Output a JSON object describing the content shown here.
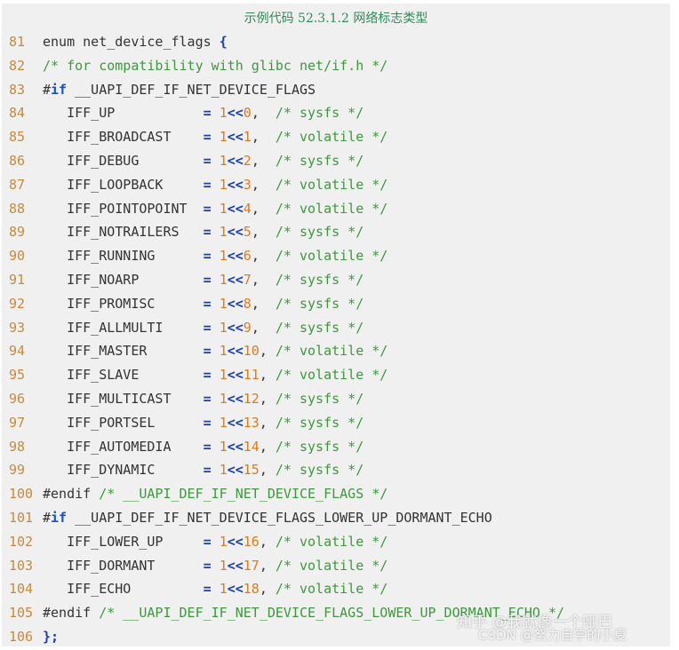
{
  "caption": "示例代码 52.3.1.2 网络标志类型",
  "watermark": {
    "line1": "知乎 @我就像一个哑巴",
    "line2": "CSDN @努力自学的小夏"
  },
  "lines": [
    {
      "n": "81",
      "segs": [
        [
          "t",
          "enum net_device_flags "
        ],
        [
          "op",
          "{"
        ]
      ]
    },
    {
      "n": "82",
      "segs": [
        [
          "cm",
          "/* for compatibility with glibc net/if.h */"
        ]
      ]
    },
    {
      "n": "83",
      "segs": [
        [
          "t",
          "#"
        ],
        [
          "kw",
          "if"
        ],
        [
          "t",
          " __UAPI_DEF_IF_NET_DEVICE_FLAGS"
        ]
      ]
    },
    {
      "n": "84",
      "segs": [
        [
          "t",
          "   IFF_UP           "
        ],
        [
          "op",
          "="
        ],
        [
          "t",
          " "
        ],
        [
          "num",
          "1"
        ],
        [
          "op",
          "<<"
        ],
        [
          "num",
          "0"
        ],
        [
          "t",
          ",  "
        ],
        [
          "cm",
          "/* sysfs */"
        ]
      ]
    },
    {
      "n": "85",
      "segs": [
        [
          "t",
          "   IFF_BROADCAST    "
        ],
        [
          "op",
          "="
        ],
        [
          "t",
          " "
        ],
        [
          "num",
          "1"
        ],
        [
          "op",
          "<<"
        ],
        [
          "num",
          "1"
        ],
        [
          "t",
          ",  "
        ],
        [
          "cm",
          "/* volatile */"
        ]
      ]
    },
    {
      "n": "86",
      "segs": [
        [
          "t",
          "   IFF_DEBUG        "
        ],
        [
          "op",
          "="
        ],
        [
          "t",
          " "
        ],
        [
          "num",
          "1"
        ],
        [
          "op",
          "<<"
        ],
        [
          "num",
          "2"
        ],
        [
          "t",
          ",  "
        ],
        [
          "cm",
          "/* sysfs */"
        ]
      ]
    },
    {
      "n": "87",
      "segs": [
        [
          "t",
          "   IFF_LOOPBACK     "
        ],
        [
          "op",
          "="
        ],
        [
          "t",
          " "
        ],
        [
          "num",
          "1"
        ],
        [
          "op",
          "<<"
        ],
        [
          "num",
          "3"
        ],
        [
          "t",
          ",  "
        ],
        [
          "cm",
          "/* volatile */"
        ]
      ]
    },
    {
      "n": "88",
      "segs": [
        [
          "t",
          "   IFF_POINTOPOINT  "
        ],
        [
          "op",
          "="
        ],
        [
          "t",
          " "
        ],
        [
          "num",
          "1"
        ],
        [
          "op",
          "<<"
        ],
        [
          "num",
          "4"
        ],
        [
          "t",
          ",  "
        ],
        [
          "cm",
          "/* volatile */"
        ]
      ]
    },
    {
      "n": "89",
      "segs": [
        [
          "t",
          "   IFF_NOTRAILERS   "
        ],
        [
          "op",
          "="
        ],
        [
          "t",
          " "
        ],
        [
          "num",
          "1"
        ],
        [
          "op",
          "<<"
        ],
        [
          "num",
          "5"
        ],
        [
          "t",
          ",  "
        ],
        [
          "cm",
          "/* sysfs */"
        ]
      ]
    },
    {
      "n": "90",
      "segs": [
        [
          "t",
          "   IFF_RUNNING      "
        ],
        [
          "op",
          "="
        ],
        [
          "t",
          " "
        ],
        [
          "num",
          "1"
        ],
        [
          "op",
          "<<"
        ],
        [
          "num",
          "6"
        ],
        [
          "t",
          ",  "
        ],
        [
          "cm",
          "/* volatile */"
        ]
      ]
    },
    {
      "n": "91",
      "segs": [
        [
          "t",
          "   IFF_NOARP        "
        ],
        [
          "op",
          "="
        ],
        [
          "t",
          " "
        ],
        [
          "num",
          "1"
        ],
        [
          "op",
          "<<"
        ],
        [
          "num",
          "7"
        ],
        [
          "t",
          ",  "
        ],
        [
          "cm",
          "/* sysfs */"
        ]
      ]
    },
    {
      "n": "92",
      "segs": [
        [
          "t",
          "   IFF_PROMISC      "
        ],
        [
          "op",
          "="
        ],
        [
          "t",
          " "
        ],
        [
          "num",
          "1"
        ],
        [
          "op",
          "<<"
        ],
        [
          "num",
          "8"
        ],
        [
          "t",
          ",  "
        ],
        [
          "cm",
          "/* sysfs */"
        ]
      ]
    },
    {
      "n": "93",
      "segs": [
        [
          "t",
          "   IFF_ALLMULTI     "
        ],
        [
          "op",
          "="
        ],
        [
          "t",
          " "
        ],
        [
          "num",
          "1"
        ],
        [
          "op",
          "<<"
        ],
        [
          "num",
          "9"
        ],
        [
          "t",
          ",  "
        ],
        [
          "cm",
          "/* sysfs */"
        ]
      ]
    },
    {
      "n": "94",
      "segs": [
        [
          "t",
          "   IFF_MASTER       "
        ],
        [
          "op",
          "="
        ],
        [
          "t",
          " "
        ],
        [
          "num",
          "1"
        ],
        [
          "op",
          "<<"
        ],
        [
          "num",
          "10"
        ],
        [
          "t",
          ", "
        ],
        [
          "cm",
          "/* volatile */"
        ]
      ]
    },
    {
      "n": "95",
      "segs": [
        [
          "t",
          "   IFF_SLAVE        "
        ],
        [
          "op",
          "="
        ],
        [
          "t",
          " "
        ],
        [
          "num",
          "1"
        ],
        [
          "op",
          "<<"
        ],
        [
          "num",
          "11"
        ],
        [
          "t",
          ", "
        ],
        [
          "cm",
          "/* volatile */"
        ]
      ]
    },
    {
      "n": "96",
      "segs": [
        [
          "t",
          "   IFF_MULTICAST    "
        ],
        [
          "op",
          "="
        ],
        [
          "t",
          " "
        ],
        [
          "num",
          "1"
        ],
        [
          "op",
          "<<"
        ],
        [
          "num",
          "12"
        ],
        [
          "t",
          ", "
        ],
        [
          "cm",
          "/* sysfs */"
        ]
      ]
    },
    {
      "n": "97",
      "segs": [
        [
          "t",
          "   IFF_PORTSEL      "
        ],
        [
          "op",
          "="
        ],
        [
          "t",
          " "
        ],
        [
          "num",
          "1"
        ],
        [
          "op",
          "<<"
        ],
        [
          "num",
          "13"
        ],
        [
          "t",
          ", "
        ],
        [
          "cm",
          "/* sysfs */"
        ]
      ]
    },
    {
      "n": "98",
      "segs": [
        [
          "t",
          "   IFF_AUTOMEDIA    "
        ],
        [
          "op",
          "="
        ],
        [
          "t",
          " "
        ],
        [
          "num",
          "1"
        ],
        [
          "op",
          "<<"
        ],
        [
          "num",
          "14"
        ],
        [
          "t",
          ", "
        ],
        [
          "cm",
          "/* sysfs */"
        ]
      ]
    },
    {
      "n": "99",
      "segs": [
        [
          "t",
          "   IFF_DYNAMIC      "
        ],
        [
          "op",
          "="
        ],
        [
          "t",
          " "
        ],
        [
          "num",
          "1"
        ],
        [
          "op",
          "<<"
        ],
        [
          "num",
          "15"
        ],
        [
          "t",
          ", "
        ],
        [
          "cm",
          "/* sysfs */"
        ]
      ]
    },
    {
      "n": "100",
      "segs": [
        [
          "t",
          "#endif "
        ],
        [
          "cm",
          "/* __UAPI_DEF_IF_NET_DEVICE_FLAGS */"
        ]
      ]
    },
    {
      "n": "101",
      "segs": [
        [
          "t",
          "#"
        ],
        [
          "kw",
          "if"
        ],
        [
          "t",
          " __UAPI_DEF_IF_NET_DEVICE_FLAGS_LOWER_UP_DORMANT_ECHO"
        ]
      ]
    },
    {
      "n": "102",
      "segs": [
        [
          "t",
          "   IFF_LOWER_UP     "
        ],
        [
          "op",
          "="
        ],
        [
          "t",
          " "
        ],
        [
          "num",
          "1"
        ],
        [
          "op",
          "<<"
        ],
        [
          "num",
          "16"
        ],
        [
          "t",
          ", "
        ],
        [
          "cm",
          "/* volatile */"
        ]
      ]
    },
    {
      "n": "103",
      "segs": [
        [
          "t",
          "   IFF_DORMANT      "
        ],
        [
          "op",
          "="
        ],
        [
          "t",
          " "
        ],
        [
          "num",
          "1"
        ],
        [
          "op",
          "<<"
        ],
        [
          "num",
          "17"
        ],
        [
          "t",
          ", "
        ],
        [
          "cm",
          "/* volatile */"
        ]
      ]
    },
    {
      "n": "104",
      "segs": [
        [
          "t",
          "   IFF_ECHO         "
        ],
        [
          "op",
          "="
        ],
        [
          "t",
          " "
        ],
        [
          "num",
          "1"
        ],
        [
          "op",
          "<<"
        ],
        [
          "num",
          "18"
        ],
        [
          "t",
          ", "
        ],
        [
          "cm",
          "/* volatile */"
        ]
      ]
    },
    {
      "n": "105",
      "segs": [
        [
          "t",
          "#endif "
        ],
        [
          "cm",
          "/* __UAPI_DEF_IF_NET_DEVICE_FLAGS_LOWER_UP_DORMANT_ECHO */"
        ]
      ]
    },
    {
      "n": "106",
      "segs": [
        [
          "op",
          "};"
        ]
      ]
    }
  ]
}
